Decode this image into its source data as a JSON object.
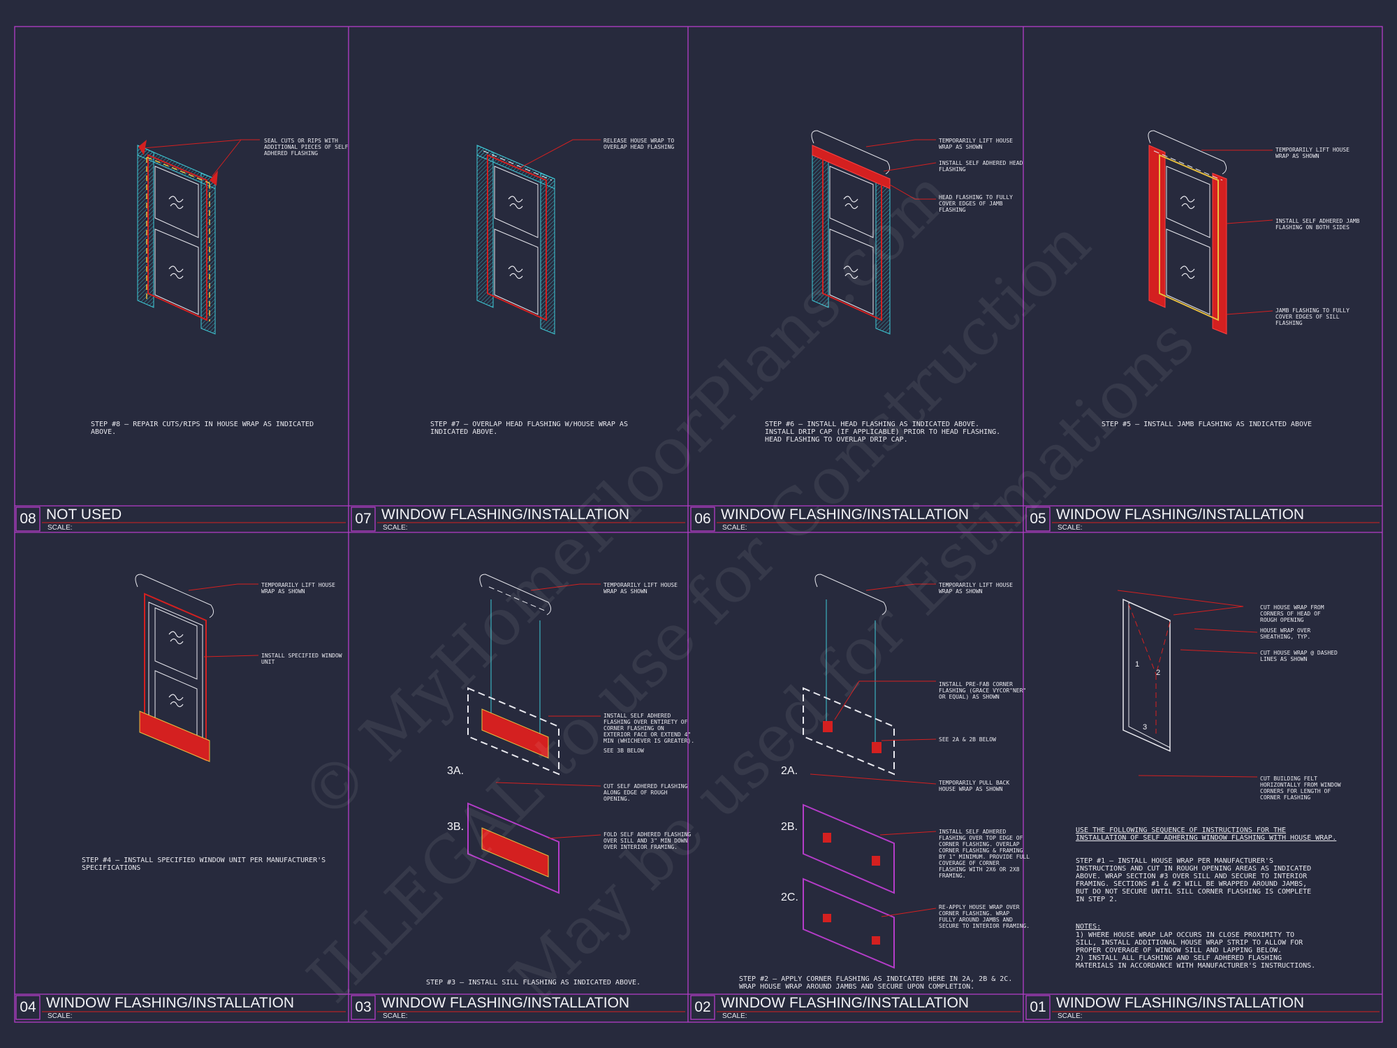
{
  "panels": {
    "p08": {
      "number": "08",
      "title": "NOT USED",
      "scale": "SCALE:",
      "step": "STEP #8 – REPAIR CUTS/RIPS IN HOUSE WRAP AS INDICATED\nABOVE.",
      "callouts": [
        "SEAL CUTS OR RIPS WITH\nADDITIONAL PIECES OF SELF\nADHERED FLASHING"
      ]
    },
    "p07": {
      "number": "07",
      "title": "WINDOW FLASHING/INSTALLATION",
      "scale": "SCALE:",
      "step": "STEP #7 – OVERLAP HEAD FLASHING W/HOUSE WRAP AS\nINDICATED ABOVE.",
      "callouts": [
        "RELEASE HOUSE WRAP TO\nOVERLAP HEAD FLASHING"
      ]
    },
    "p06": {
      "number": "06",
      "title": "WINDOW FLASHING/INSTALLATION",
      "scale": "SCALE:",
      "step": "STEP #6 – INSTALL HEAD FLASHING AS INDICATED ABOVE.\nINSTALL DRIP CAP (IF APPLICABLE) PRIOR TO HEAD FLASHING.\nHEAD FLASHING TO OVERLAP DRIP CAP.",
      "callouts": [
        "TEMPORARILY LIFT HOUSE\nWRAP AS SHOWN",
        "INSTALL SELF ADHERED HEAD\nFLASHING",
        "HEAD FLASHING TO FULLY\nCOVER EDGES OF JAMB\nFLASHING"
      ]
    },
    "p05": {
      "number": "05",
      "title": "WINDOW FLASHING/INSTALLATION",
      "scale": "SCALE:",
      "step": "STEP #5 – INSTALL JAMB FLASHING AS INDICATED ABOVE",
      "callouts": [
        "TEMPORARILY LIFT HOUSE\nWRAP AS SHOWN",
        "INSTALL SELF ADHERED JAMB\nFLASHING ON BOTH SIDES",
        "JAMB FLASHING TO FULLY\nCOVER EDGES OF SILL\nFLASHING"
      ]
    },
    "p04": {
      "number": "04",
      "title": "WINDOW FLASHING/INSTALLATION",
      "scale": "SCALE:",
      "step": "STEP #4 – INSTALL SPECIFIED WINDOW UNIT PER MANUFACTURER'S\nSPECIFICATIONS",
      "callouts": [
        "TEMPORARILY LIFT HOUSE\nWRAP AS SHOWN",
        "INSTALL SPECIFIED WINDOW\nUNIT"
      ]
    },
    "p03": {
      "number": "03",
      "title": "WINDOW FLASHING/INSTALLATION",
      "scale": "SCALE:",
      "step": "STEP #3 – INSTALL SILL FLASHING AS INDICATED ABOVE.",
      "labels": [
        "3A.",
        "3B."
      ],
      "callouts": [
        "TEMPORARILY LIFT HOUSE\nWRAP AS SHOWN",
        "INSTALL SELF ADHERED\nFLASHING OVER ENTIRETY OF\nCORNER FLASHING ON\nEXTERIOR FACE OR EXTEND 4\"\nMIN (WHICHEVER IS GREATER).",
        "SEE 3B BELOW",
        "CUT SELF ADHERED FLASHING\nALONG EDGE OF ROUGH\nOPENING.",
        "FOLD SELF ADHERED FLASHING\nOVER SILL AND 3\" MIN DOWN\nOVER INTERIOR FRAMING."
      ]
    },
    "p02": {
      "number": "02",
      "title": "WINDOW FLASHING/INSTALLATION",
      "scale": "SCALE:",
      "step": "STEP #2 – APPLY CORNER FLASHING AS INDICATED HERE IN 2A, 2B & 2C.\nWRAP HOUSE WRAP AROUND JAMBS AND SECURE UPON COMPLETION.",
      "labels": [
        "2A.",
        "2B.",
        "2C."
      ],
      "callouts": [
        "TEMPORARILY LIFT HOUSE\nWRAP AS SHOWN",
        "INSTALL PRE-FAB CORNER\nFLASHING (GRACE VYCOR\"NER\"\nOR EQUAL) AS SHOWN",
        "SEE 2A & 2B BELOW",
        "TEMPORARILY PULL BACK\nHOUSE WRAP AS SHOWN",
        "INSTALL SELF ADHERED\nFLASHING OVER TOP EDGE OF\nCORNER FLASHING. OVERLAP\nCORNER FLASHING & FRAMING\nBY 1\" MINIMUM. PROVIDE FULL\nCOVERAGE OF CORNER\nFLASHING WITH 2X6 OR 2X8\nFRAMING.",
        "RE-APPLY HOUSE WRAP OVER\nCORNER FLASHING. WRAP\nFULLY AROUND JAMBS AND\nSECURE TO INTERIOR FRAMING."
      ]
    },
    "p01": {
      "number": "01",
      "title": "WINDOW FLASHING/INSTALLATION",
      "scale": "SCALE:",
      "intro": "USE THE FOLLOWING SEQUENCE OF INSTRUCTIONS FOR THE\nINSTALLATION OF SELF ADHERING WINDOW FLASHING WITH HOUSE WRAP.",
      "step": "STEP #1 – INSTALL HOUSE WRAP PER MANUFACTURER'S\nINSTRUCTIONS AND CUT IN ROUGH OPENING AREAS AS INDICATED\nABOVE. WRAP SECTION #3 OVER SILL AND SECURE TO INTERIOR\nFRAMING. SECTIONS #1 & #2 WILL BE WRAPPED AROUND JAMBS,\nBUT DO NOT SECURE UNTIL SILL CORNER FLASHING IS COMPLETE\nIN STEP 2.",
      "notes_title": "NOTES:",
      "notes": "1) WHERE HOUSE WRAP LAP OCCURS IN CLOSE PROXIMITY TO\nSILL, INSTALL ADDITIONAL HOUSE WRAP STRIP TO ALLOW FOR\nPROPER COVERAGE OF WINDOW SILL AND LAPPING BELOW.\n2) INSTALL ALL FLASHING AND SELF ADHERED FLASHING\nMATERIALS IN ACCORDANCE WITH MANUFACTURER'S INSTRUCTIONS.",
      "section_numbers": [
        "1",
        "2",
        "3"
      ],
      "callouts": [
        "CUT HOUSE WRAP FROM\nCORNERS OF HEAD OF\nROUGH OPENING",
        "HOUSE WRAP OVER\nSHEATHING, TYP.",
        "CUT HOUSE WRAP @ DASHED\nLINES AS SHOWN",
        "CUT BUILDING FELT\nHORIZONTALLY FROM WINDOW\nCORNERS FOR LENGTH OF\nCORNER FLASHING"
      ]
    }
  },
  "watermark": [
    "© MyHomeFloorPlans.com",
    "ILLEGAL to use for Construction",
    "May be used for Estimations"
  ],
  "colors": {
    "background": "#272a3d",
    "border": "#b43cc8",
    "flashing": "#d42020",
    "sheathing": "#3ec9d6",
    "house_wrap": "#e8e8ee",
    "tape": "#e8c040"
  }
}
